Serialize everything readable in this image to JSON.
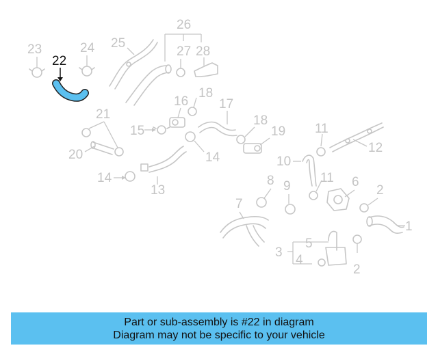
{
  "diagram": {
    "callouts": {
      "c1": "1",
      "c2a": "2",
      "c2b": "2",
      "c3": "3",
      "c4": "4",
      "c5": "5",
      "c6": "6",
      "c7": "7",
      "c8": "8",
      "c9": "9",
      "c10": "10",
      "c11a": "11",
      "c11b": "11",
      "c12": "12",
      "c13": "13",
      "c14a": "14",
      "c14b": "14",
      "c15": "15",
      "c16": "16",
      "c17": "17",
      "c18a": "18",
      "c18b": "18",
      "c19": "19",
      "c20": "20",
      "c21": "21",
      "c22": "22",
      "c23": "23",
      "c24": "24",
      "c25": "25",
      "c26": "26",
      "c27": "27",
      "c28": "28"
    },
    "highlight_color": "#5bc0f0"
  },
  "banner": {
    "line1": "Part or sub-assembly is #22 in diagram",
    "line2": "Diagram may not be specific to your vehicle"
  }
}
